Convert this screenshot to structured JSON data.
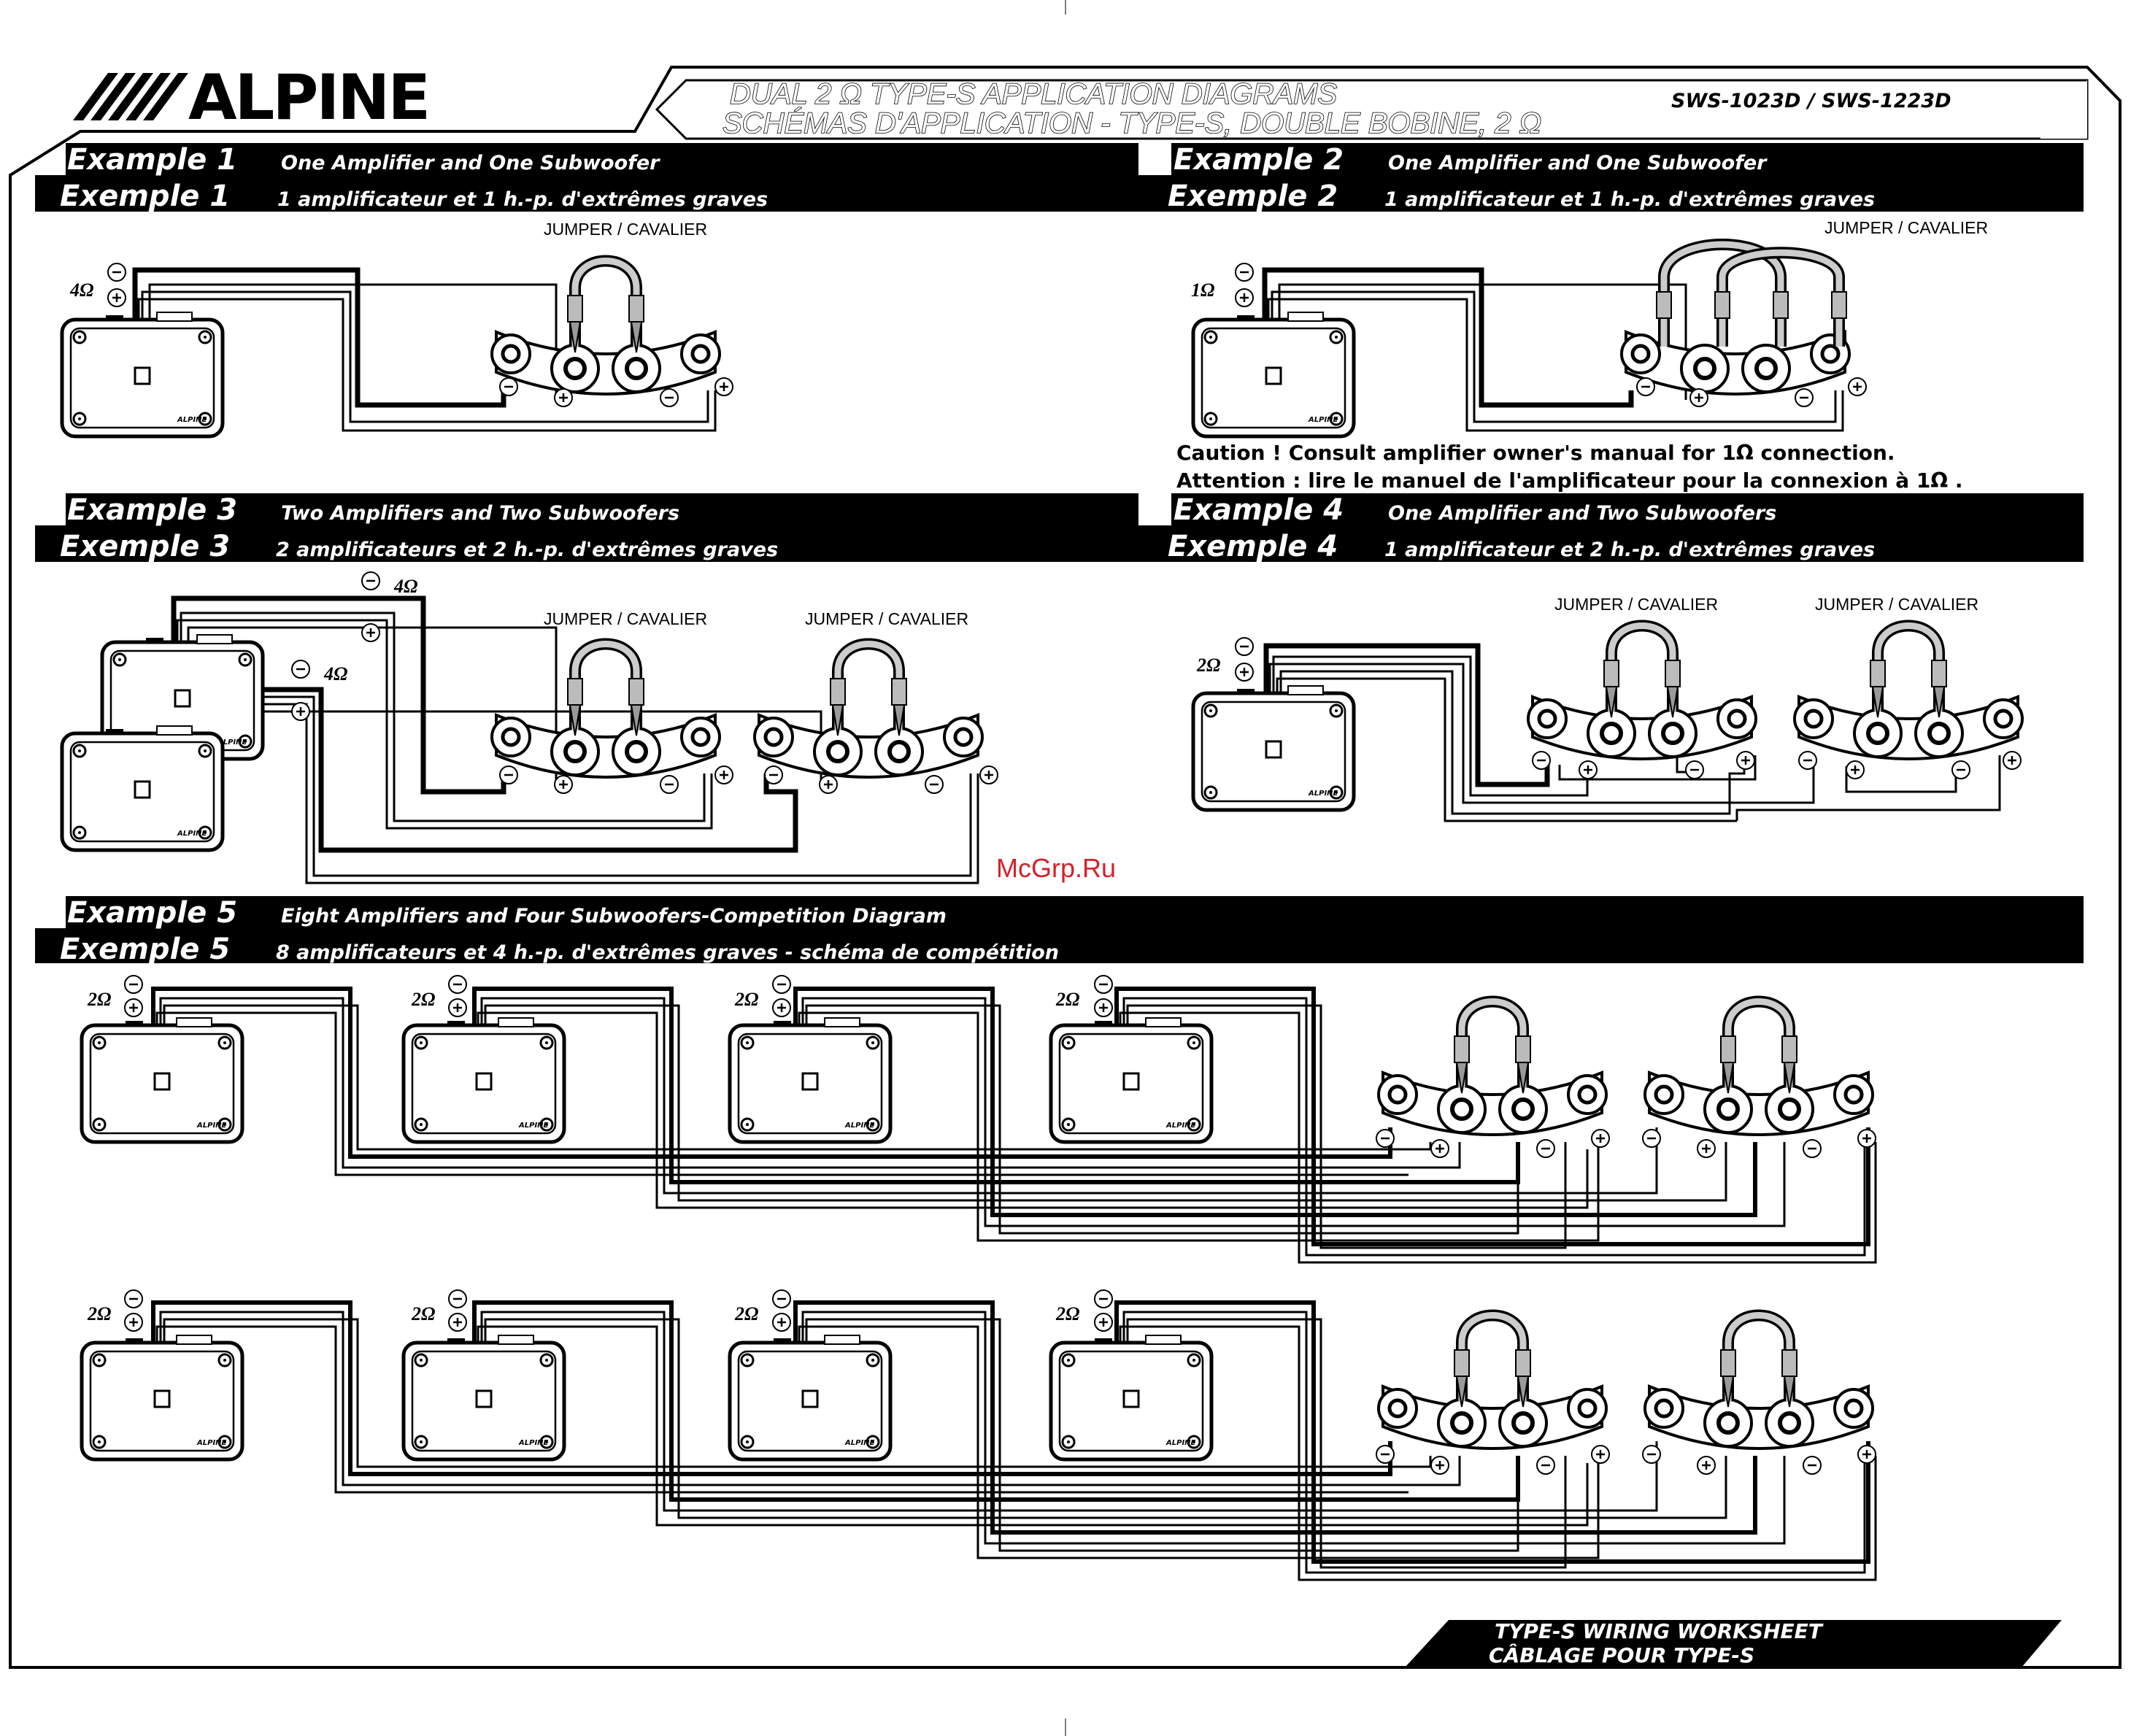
{
  "brand": {
    "logo_text": "ALPINE"
  },
  "header": {
    "title_en": "DUAL 2 Ω  TYPE-S APPLICATION DIAGRAMS",
    "title_fr": "SCHÉMAS D'APPLICATION - TYPE-S, DOUBLE BOBINE, 2 Ω",
    "models": "SWS-1023D / SWS-1223D"
  },
  "labels": {
    "jumper": "JUMPER / CAVALIER",
    "minus": "−",
    "plus": "+",
    "amp_logo": "ALPINE"
  },
  "examples": {
    "ex1": {
      "title_en": "Example 1",
      "title_fr": "Exemple 1",
      "desc_en": "One Amplifier and One Subwoofer",
      "desc_fr": "1 amplificateur et 1 h.-p. d'extrêmes graves",
      "impedance": "4Ω"
    },
    "ex2": {
      "title_en": "Example 2",
      "title_fr": "Exemple 2",
      "desc_en": "One Amplifier and One Subwoofer",
      "desc_fr": "1 amplificateur et 1 h.-p. d'extrêmes graves",
      "impedance": "1Ω",
      "caution_en": "Caution ! Consult amplifier owner's manual for  1Ω  connection.",
      "caution_fr": "Attention : lire le manuel de l'amplificateur pour la connexion à 1Ω ."
    },
    "ex3": {
      "title_en": "Example 3",
      "title_fr": "Exemple 3",
      "desc_en": "Two Amplifiers and Two Subwoofers",
      "desc_fr": "2 amplificateurs et 2 h.-p. d'extrêmes graves",
      "impedance_a": "4Ω",
      "impedance_b": "4Ω"
    },
    "ex4": {
      "title_en": "Example 4",
      "title_fr": "Exemple 4",
      "desc_en": "One Amplifier and Two Subwoofers",
      "desc_fr": "1 amplificateur et 2 h.-p. d'extrêmes graves",
      "impedance": "2Ω"
    },
    "ex5": {
      "title_en": "Example 5",
      "title_fr": "Exemple 5",
      "desc_en": "Eight Amplifiers and Four Subwoofers-Competition Diagram",
      "desc_fr": "8 amplificateurs et 4 h.-p. d'extrêmes graves - schéma de compétition",
      "impedance": "2Ω"
    }
  },
  "watermark": "McGrp.Ru",
  "footer": {
    "line_en": "TYPE-S WIRING WORKSHEET",
    "line_fr": "CÂBLAGE POUR TYPE-S"
  }
}
